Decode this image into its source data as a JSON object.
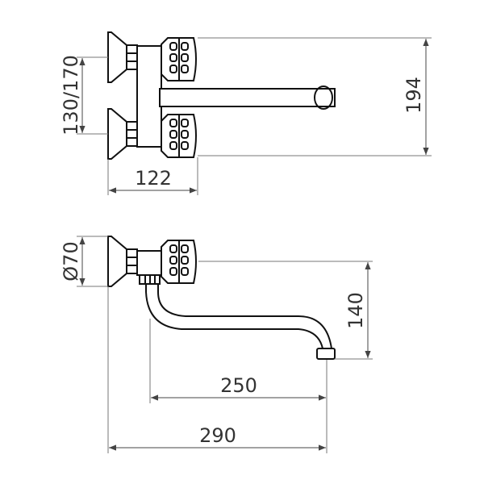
{
  "title": "Wall-mounted faucet dimension drawing",
  "dimensions": {
    "height_total": "194",
    "center_distance": "130/170",
    "depth_top": "122",
    "flange_diameter": "Ø70",
    "spout_height": "140",
    "spout_reach": "250",
    "total_reach": "290"
  },
  "colors": {
    "outline": "#111111",
    "dimension": "#777777"
  }
}
